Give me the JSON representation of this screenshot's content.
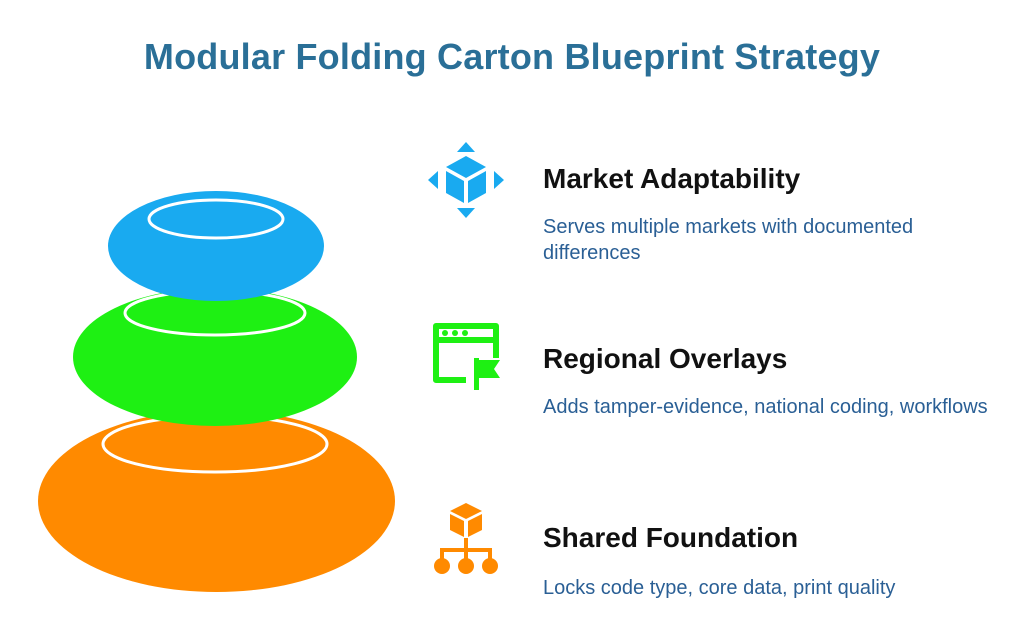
{
  "title": "Modular Folding Carton Blueprint Strategy",
  "colors": {
    "title": "#2a6f97",
    "top_layer": "#19aaf0",
    "middle_layer": "#1ef013",
    "bottom_layer": "#ff8a00",
    "heading_text": "#111111",
    "description_text": "#2a5f95"
  },
  "layers": [
    {
      "heading": "Market Adaptability",
      "description": "Serves multiple markets with documented differences",
      "icon": "cube-arrows-icon",
      "color": "#19aaf0"
    },
    {
      "heading": "Regional Overlays",
      "description": "Adds tamper-evidence, national coding, workflows",
      "icon": "browser-flag-icon",
      "color": "#1ef013"
    },
    {
      "heading": "Shared Foundation",
      "description": "Locks code type, core data, print quality",
      "icon": "hierarchy-box-icon",
      "color": "#ff8a00"
    }
  ]
}
